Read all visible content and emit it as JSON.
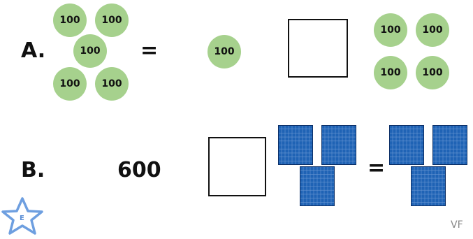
{
  "colors": {
    "counter": "#a6d18d",
    "block_fill": "#1f63b5",
    "block_grid": "#6a97d2",
    "block_border": "#0b2e66",
    "star": "#6e9fe0"
  },
  "row_a": {
    "label": "A.",
    "equals": "=",
    "left_counters": [
      "100",
      "100",
      "100",
      "100",
      "100"
    ],
    "single_counter": "100",
    "right_counters": [
      "100",
      "100",
      "100",
      "100"
    ],
    "answer_box_value": ""
  },
  "row_b": {
    "label": "B.",
    "number": "600",
    "equals": "=",
    "answer_box_value": "",
    "left_blocks_count": 3,
    "right_blocks_count": 3,
    "block_icon": "hundred-flat-icon"
  },
  "footer": {
    "star_letter": "E",
    "star_icon": "star-outline-icon",
    "tag": "VF"
  }
}
